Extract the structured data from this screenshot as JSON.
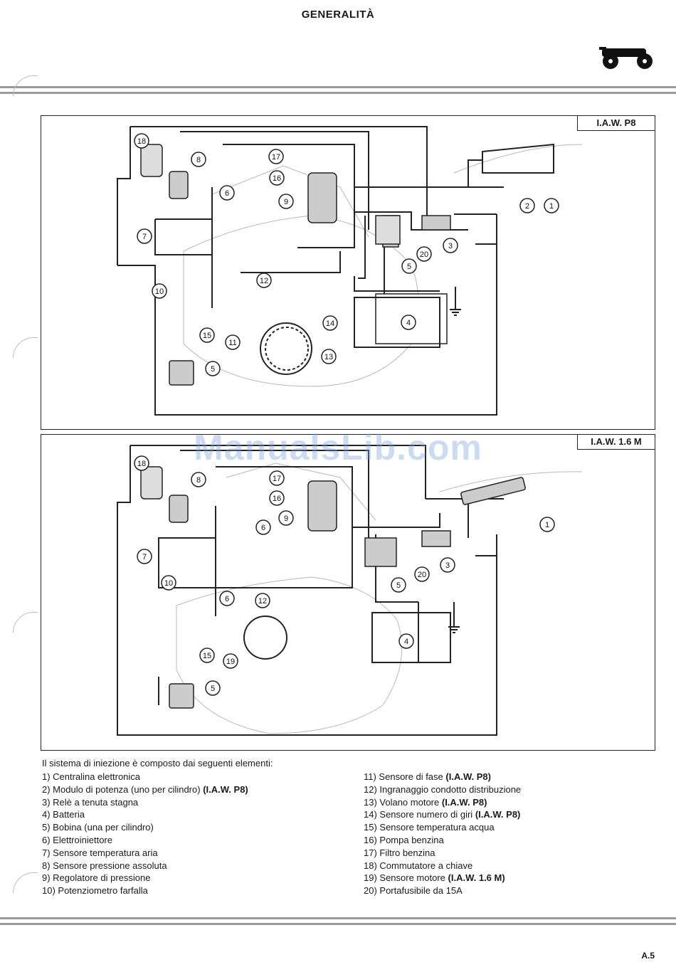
{
  "header": {
    "title": "GENERALITÀ"
  },
  "panels": [
    {
      "label": "I.A.W. P8"
    },
    {
      "label": "I.A.W. 1.6 M"
    }
  ],
  "watermark": "ManualsLib.com",
  "callouts": {
    "top": [
      "1",
      "2",
      "3",
      "4",
      "5",
      "5",
      "6",
      "7",
      "8",
      "9",
      "10",
      "11",
      "12",
      "13",
      "14",
      "15",
      "16",
      "17",
      "18",
      "20"
    ],
    "bottom": [
      "1",
      "3",
      "4",
      "5",
      "5",
      "6",
      "6",
      "7",
      "8",
      "9",
      "10",
      "12",
      "15",
      "16",
      "17",
      "18",
      "19",
      "20"
    ]
  },
  "legend": {
    "intro": "Il sistema di iniezione è composto dai seguenti elementi:",
    "left": [
      {
        "text": "1) Centralina elettronica",
        "bold": ""
      },
      {
        "text": "2) Modulo di potenza (uno per cilindro) ",
        "bold": "(I.A.W. P8)"
      },
      {
        "text": "3) Relè a tenuta stagna",
        "bold": ""
      },
      {
        "text": "4) Batteria",
        "bold": ""
      },
      {
        "text": "5) Bobina (una per cilindro)",
        "bold": ""
      },
      {
        "text": "6) Elettroiniettore",
        "bold": ""
      },
      {
        "text": "7) Sensore temperatura aria",
        "bold": ""
      },
      {
        "text": "8) Sensore pressione assoluta",
        "bold": ""
      },
      {
        "text": "9) Regolatore di pressione",
        "bold": ""
      },
      {
        "text": "10) Potenziometro farfalla",
        "bold": ""
      }
    ],
    "right": [
      {
        "text": "11) Sensore di fase ",
        "bold": "(I.A.W. P8)"
      },
      {
        "text": "12) Ingranaggio condotto distribuzione",
        "bold": ""
      },
      {
        "text": "13) Volano motore ",
        "bold": "(I.A.W. P8)"
      },
      {
        "text": "14) Sensore numero di giri ",
        "bold": "(I.A.W. P8)"
      },
      {
        "text": "15) Sensore temperatura acqua",
        "bold": ""
      },
      {
        "text": "16) Pompa benzina",
        "bold": ""
      },
      {
        "text": "17) Filtro benzina",
        "bold": ""
      },
      {
        "text": "18) Commutatore a chiave",
        "bold": ""
      },
      {
        "text": "19) Sensore motore ",
        "bold": "(I.A.W. 1.6 M)"
      },
      {
        "text": "20) Portafusibile da 15A",
        "bold": ""
      }
    ]
  },
  "footer": {
    "page_number": "A.5"
  }
}
